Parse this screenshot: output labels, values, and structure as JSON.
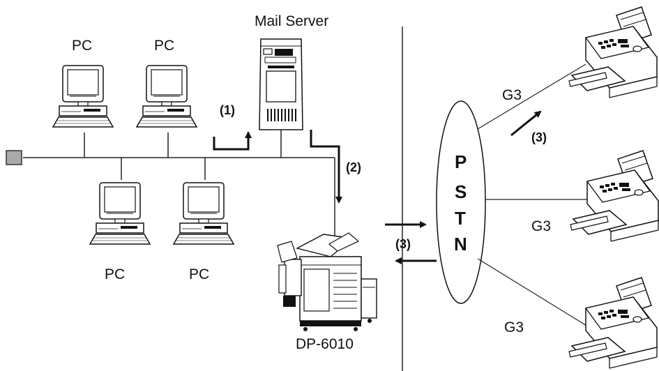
{
  "diagram": {
    "labels": {
      "mail_server": "Mail Server",
      "pc_top_left": "PC",
      "pc_top_right": "PC",
      "pc_bottom_left": "PC",
      "pc_bottom_right": "PC",
      "device": "DP-6010",
      "step_1": "(1)",
      "step_2": "(2)",
      "step_3_network": "(3)",
      "step_3_fax": "(3)",
      "pstn_p": "P",
      "pstn_s": "S",
      "pstn_t": "T",
      "pstn_n": "N",
      "fax_top": "G3",
      "fax_middle": "G3",
      "fax_bottom": "G3"
    },
    "colors": {
      "line": "#222222",
      "terminator": "#aaaaaa"
    }
  }
}
